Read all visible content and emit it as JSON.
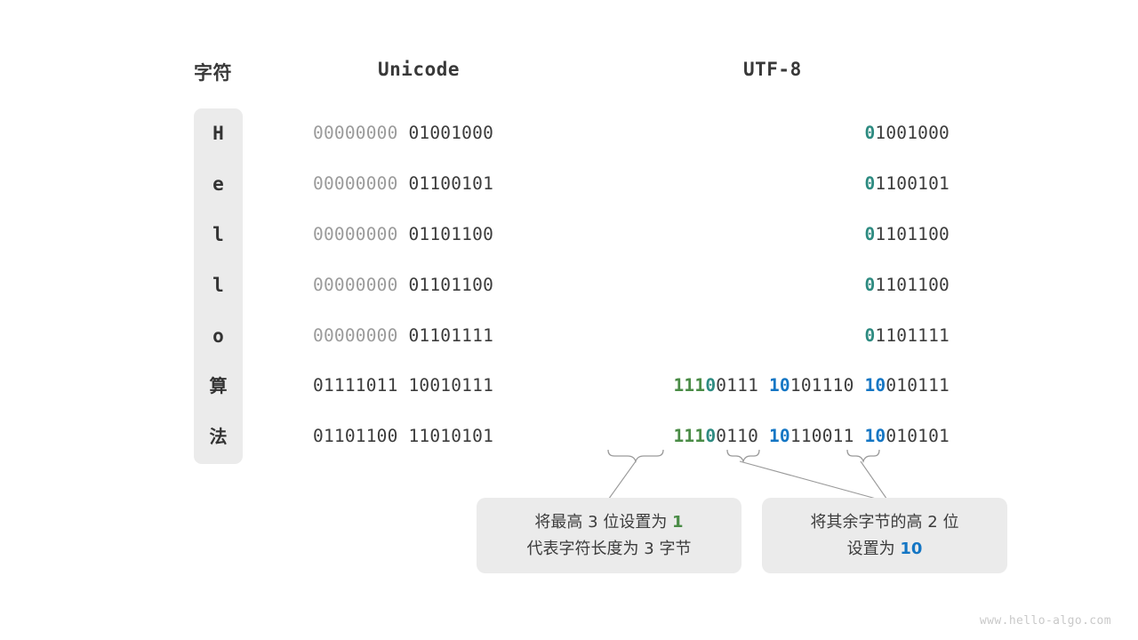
{
  "table": {
    "headers": {
      "character": "字符",
      "unicode": "Unicode",
      "utf8": "UTF-8"
    },
    "rows": [
      {
        "character": "H",
        "unicode_high": "00000000",
        "unicode_low": "01001000",
        "utf8_marker": "0",
        "utf8_rest": "1001000",
        "utf8_full": "01001000",
        "bytes": 1
      },
      {
        "character": "e",
        "unicode_high": "00000000",
        "unicode_low": "01100101",
        "utf8_marker": "0",
        "utf8_rest": "1100101",
        "utf8_full": "01100101",
        "bytes": 1
      },
      {
        "character": "l",
        "unicode_high": "00000000",
        "unicode_low": "01101100",
        "utf8_marker": "0",
        "utf8_rest": "1101100",
        "utf8_full": "01101100",
        "bytes": 1
      },
      {
        "character": "l",
        "unicode_high": "00000000",
        "unicode_low": "01101100",
        "utf8_marker": "0",
        "utf8_rest": "1101100",
        "utf8_full": "01101100",
        "bytes": 1
      },
      {
        "character": "o",
        "unicode_high": "00000000",
        "unicode_low": "01101111",
        "utf8_marker": "0",
        "utf8_rest": "1101111",
        "utf8_full": "01101111",
        "bytes": 1
      },
      {
        "character": "算",
        "unicode_high": "01111011",
        "unicode_low": "10010111",
        "utf8_b1_len": "111",
        "utf8_b1_zero": "0",
        "utf8_b1_rest": "0111",
        "utf8_b2_marker": "10",
        "utf8_b2_rest": "101110",
        "utf8_b3_marker": "10",
        "utf8_b3_rest": "010111",
        "bytes": 3
      },
      {
        "character": "法",
        "unicode_high": "01101100",
        "unicode_low": "11010101",
        "utf8_b1_len": "111",
        "utf8_b1_zero": "0",
        "utf8_b1_rest": "0110",
        "utf8_b2_marker": "10",
        "utf8_b2_rest": "110011",
        "utf8_b3_marker": "10",
        "utf8_b3_rest": "010101",
        "bytes": 3
      }
    ]
  },
  "annotations": [
    {
      "line1_a": "将最高 3 位设置为 ",
      "line1_highlight": "1",
      "line2": "代表字符长度为 3 字节"
    },
    {
      "line1": "将其余字节的高 2 位",
      "line2_a": "设置为 ",
      "line2_highlight": "10"
    }
  ],
  "colors": {
    "green": "#4a8c46",
    "blue": "#1476c4",
    "teal": "#2e8b81",
    "dim": "#9b9b9b",
    "dark": "#3c3c3c",
    "chip_bg": "#ebebeb"
  },
  "watermark": "www.hello-algo.com"
}
